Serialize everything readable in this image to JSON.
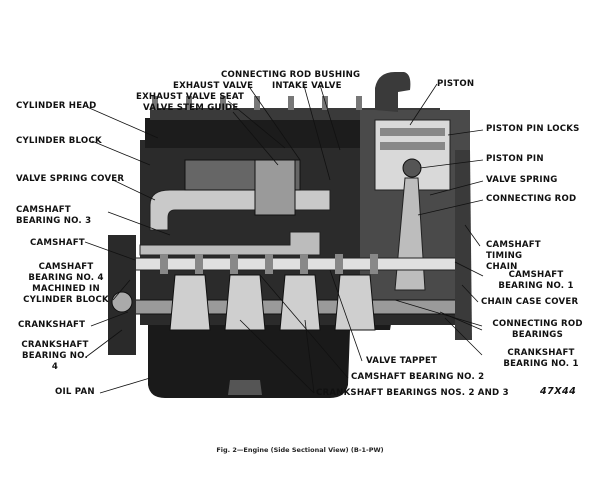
{
  "labels": {
    "cylinder_head": "CYLINDER HEAD",
    "cylinder_block": "CYLINDER BLOCK",
    "valve_spring_cover": "VALVE SPRING COVER",
    "camshaft_bearing_3": "CAMSHAFT BEARING NO. 3",
    "camshaft": "CAMSHAFT",
    "camshaft_bearing_4": "CAMSHAFT BEARING NO. 4 MACHINED IN CYLINDER BLOCK",
    "crankshaft": "CRANKSHAFT",
    "crankshaft_bearing_4": "CRANKSHAFT BEARING NO. 4",
    "oil_pan": "OIL PAN",
    "connecting_rod_bushing": "CONNECTING ROD BUSHING",
    "exhaust_valve": "EXHAUST VALVE",
    "intake_valve": "INTAKE VALVE",
    "exhaust_valve_seat": "EXHAUST VALVE SEAT",
    "valve_stem_guide": "VALVE STEM GUIDE",
    "piston": "PISTON",
    "piston_pin_locks": "PISTON PIN LOCKS",
    "piston_pin": "PISTON PIN",
    "valve_spring": "VALVE SPRING",
    "connecting_rod": "CONNECTING ROD",
    "camshaft_timing_chain": "CAMSHAFT TIMING CHAIN",
    "camshaft_bearing_1": "CAMSHAFT BEARING NO. 1",
    "chain_case_cover": "CHAIN CASE COVER",
    "connecting_rod_bearings": "CONNECTING ROD BEARINGS",
    "crankshaft_bearing_1": "CRANKSHAFT BEARING NO. 1",
    "valve_tappet": "VALVE TAPPET",
    "camshaft_bearing_2": "CAMSHAFT BEARING NO. 2",
    "crankshaft_bearings_2_3": "CRANKSHAFT BEARINGS NOS. 2 AND 3"
  },
  "figure_number": "47X44",
  "caption": "Fig. 2—Engine (Side Sectional View) (B-1-PW)"
}
